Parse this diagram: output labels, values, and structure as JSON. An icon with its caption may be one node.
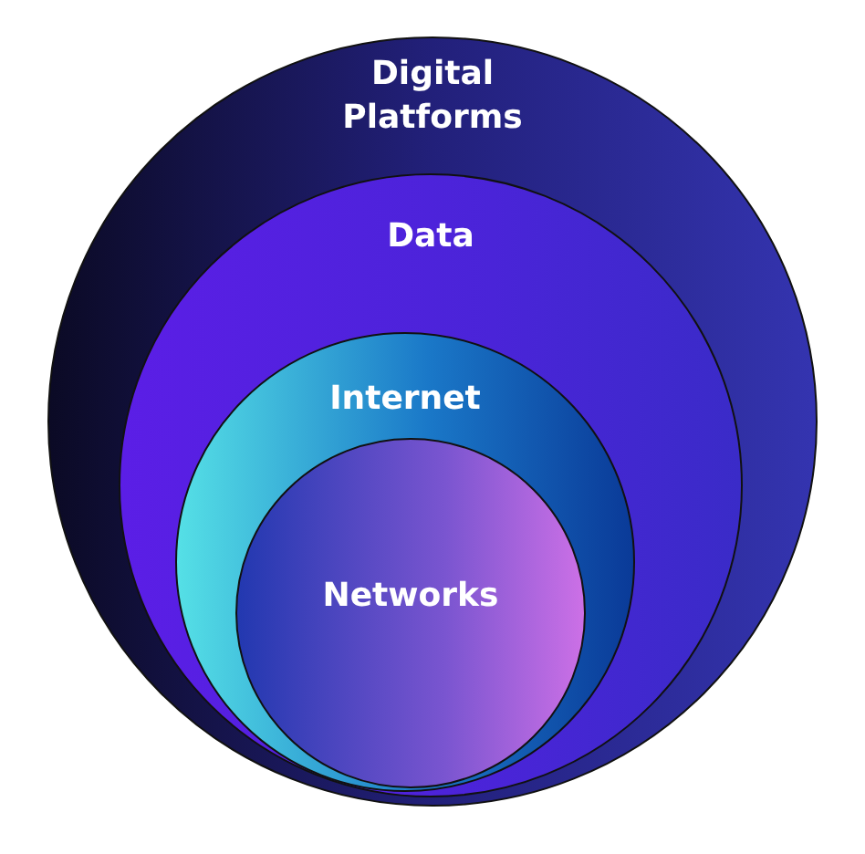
{
  "diagram": {
    "nodes": [
      {
        "text": [
          "Digital Platforms"
        ]
      },
      {
        "text": [
          "Data"
        ],
        "in": 0
      },
      {
        "text": [
          "Internet"
        ],
        "in": 1
      },
      {
        "text": [
          "Networks"
        ],
        "in": 2
      }
    ]
  }
}
